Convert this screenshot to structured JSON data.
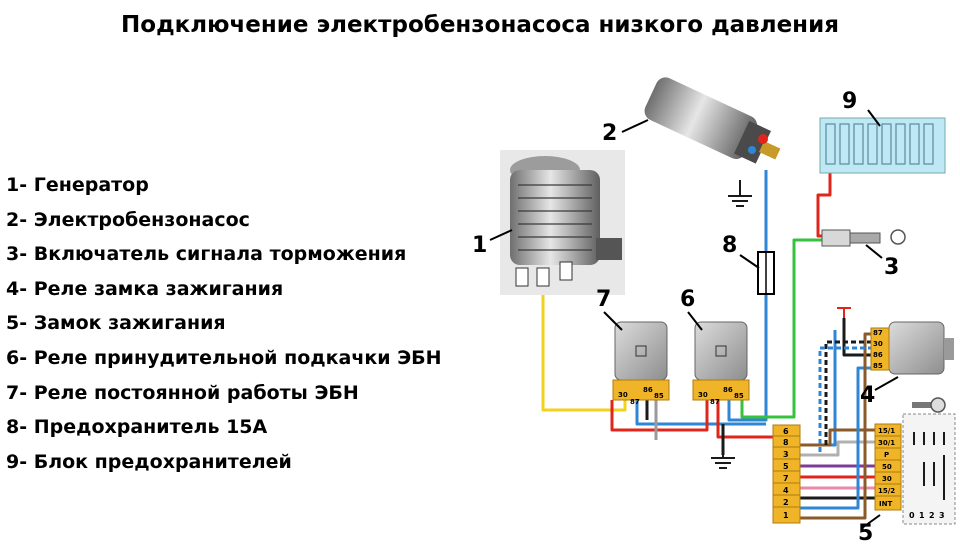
{
  "title": "Подключение электробензонасоса низкого давления",
  "legend": [
    "1- Генератор",
    "2- Электробензонасос",
    "3- Включатель сигнала торможения",
    "4- Реле замка зажигания",
    "5- Замок зажигания",
    "6- Реле принудительной подкачки ЭБН",
    "7- Реле постоянной работы ЭБН",
    "8- Предохранитель 15А",
    "9- Блок предохранителей"
  ],
  "callouts": {
    "c1": "1",
    "c2": "2",
    "c3": "3",
    "c4": "4",
    "c5": "5",
    "c6": "6",
    "c7": "7",
    "c8": "8",
    "c9": "9"
  },
  "relay_pins": {
    "p30": "30",
    "p87": "87",
    "p86": "86",
    "p85": "85"
  },
  "ignition_relay_pins": [
    "87",
    "30",
    "86",
    "85"
  ],
  "connector_left_pins": [
    "6",
    "8",
    "3",
    "5",
    "7",
    "4",
    "2",
    "1"
  ],
  "switch_terminals": [
    "15/1",
    "30/1",
    "P",
    "50",
    "30",
    "15/2",
    "INT"
  ],
  "switch_positions": [
    "0",
    "1",
    "2",
    "3"
  ],
  "wire_colors": {
    "yellow": "#f2d21b",
    "red": "#e0261b",
    "blue": "#2f86d6",
    "green": "#36c23c",
    "black": "#1a1a1a",
    "brown": "#8b5a2b",
    "purple": "#7d3c98",
    "pink": "#e98aa9",
    "gray": "#9a9a9a",
    "connector": "#f0b429"
  }
}
